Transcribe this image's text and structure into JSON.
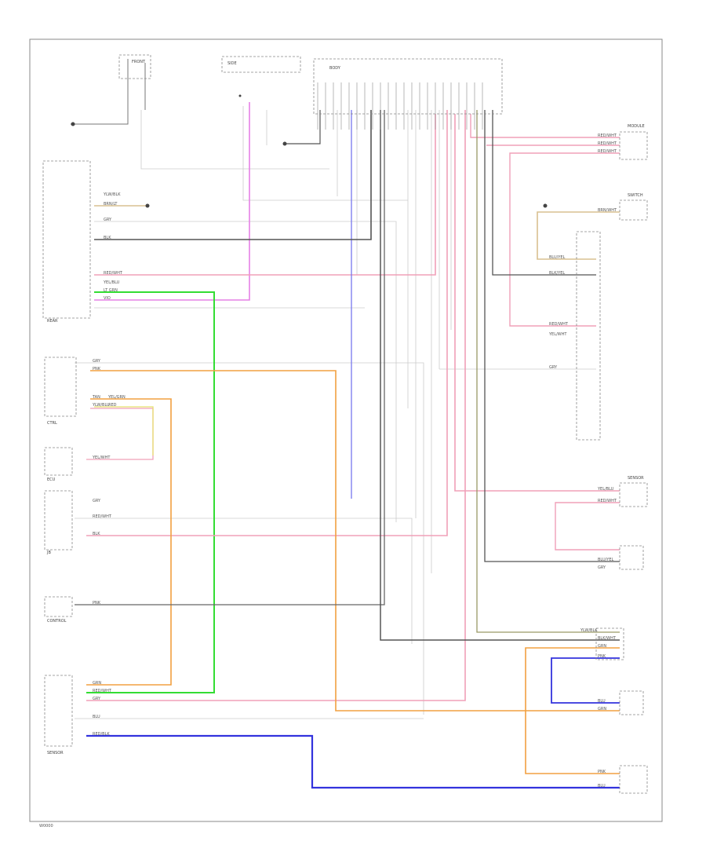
{
  "diagram": {
    "footer_code": "W0000",
    "colors": {
      "pink": "#f0a0b8",
      "magenta": "#e680e6",
      "green": "#33dd33",
      "orange": "#f2a040",
      "blue": "#3333dd",
      "yellow": "#e6e070",
      "tan": "#d8c090",
      "gray": "#999999",
      "dark": "#555555",
      "lightgray": "#cccccc",
      "frame": "#888888"
    },
    "wire_labels": [
      {
        "text": "YLW/BLK"
      },
      {
        "text": "BRN/LT"
      },
      {
        "text": "GRY"
      },
      {
        "text": "BLK"
      },
      {
        "text": "RED/WHT"
      },
      {
        "text": "YEL/BLU"
      },
      {
        "text": "LT GRN"
      },
      {
        "text": "VIO"
      },
      {
        "text": "GRY"
      },
      {
        "text": "PNK"
      },
      {
        "text": "TAN"
      },
      {
        "text": "YLW/BLU"
      },
      {
        "text": "YEL/GRN"
      },
      {
        "text": "RED"
      },
      {
        "text": "YEL/WHT"
      },
      {
        "text": "GRY"
      },
      {
        "text": "RED/WHT"
      },
      {
        "text": "BLK"
      },
      {
        "text": "PNK"
      },
      {
        "text": "GRN"
      },
      {
        "text": "RED/WHT"
      },
      {
        "text": "GRY"
      },
      {
        "text": "BLU"
      },
      {
        "text": "RED/BLK"
      },
      {
        "text": "RED/WHT"
      },
      {
        "text": "RED/WHT"
      },
      {
        "text": "RED/WHT"
      },
      {
        "text": "BRN/WHT"
      },
      {
        "text": "BLU/YEL"
      },
      {
        "text": "BLK/YEL"
      },
      {
        "text": "RED/WHT"
      },
      {
        "text": "YEL/WHT"
      },
      {
        "text": "GRY"
      },
      {
        "text": "YEL/BLU"
      },
      {
        "text": "RED/WHT"
      },
      {
        "text": "BLU/YEL"
      },
      {
        "text": "GRY"
      },
      {
        "text": "YLW/BLK"
      },
      {
        "text": "BLK/WHT"
      },
      {
        "text": "GRN"
      },
      {
        "text": "PNK"
      },
      {
        "text": "BLU"
      },
      {
        "text": "GRN"
      },
      {
        "text": "PNK"
      },
      {
        "text": "BLU"
      }
    ],
    "component_labels": [
      {
        "text": "FRONT"
      },
      {
        "text": "SIDE"
      },
      {
        "text": "BODY"
      },
      {
        "text": "REAR"
      },
      {
        "text": "CTRL"
      },
      {
        "text": "ECU"
      },
      {
        "text": "JB"
      },
      {
        "text": "CONTROL"
      },
      {
        "text": "SENSOR"
      },
      {
        "text": "MODULE"
      },
      {
        "text": "SWITCH"
      },
      {
        "text": "SENSOR"
      }
    ]
  }
}
